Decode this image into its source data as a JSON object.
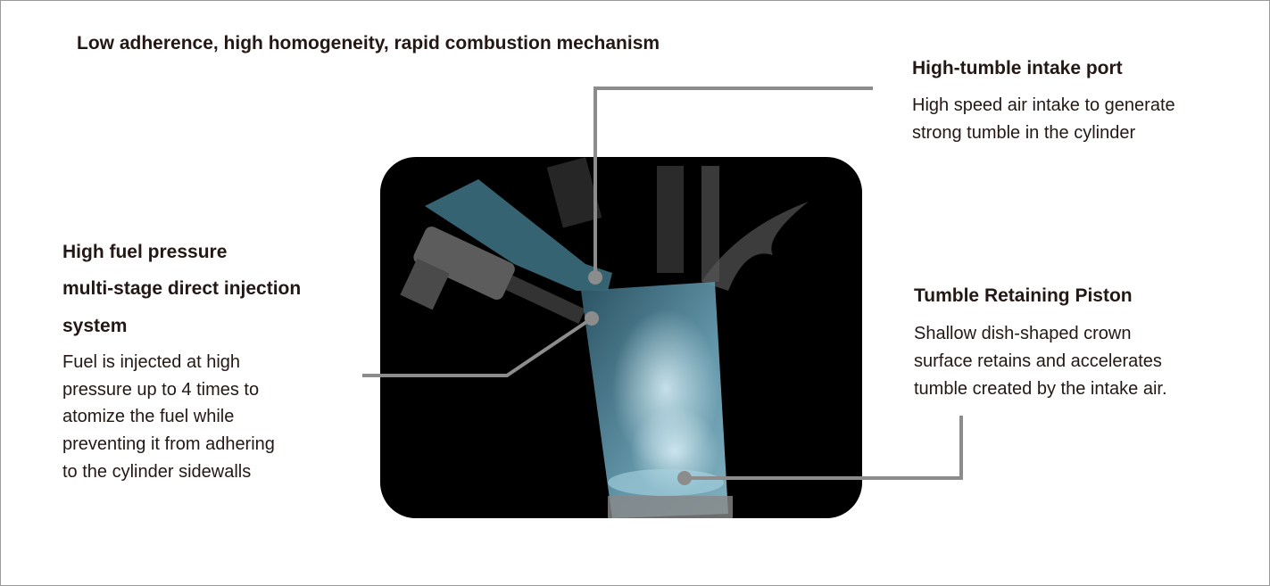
{
  "title": "Low adherence, high homogeneity, rapid combustion mechanism",
  "callouts": {
    "intake": {
      "heading": "High-tumble intake port",
      "body": [
        "High speed air intake to generate",
        "strong tumble in the cylinder"
      ]
    },
    "injection": {
      "heading": [
        "High fuel pressure",
        "multi-stage direct injection",
        "system"
      ],
      "body": [
        "Fuel is injected at high",
        "pressure up to 4 times to",
        "atomize the fuel while",
        "preventing it from adhering",
        "to the cylinder sidewalls"
      ]
    },
    "piston": {
      "heading": "Tumble Retaining Piston",
      "body": [
        "Shallow dish-shaped crown",
        "surface retains and accelerates",
        "tumble created by the intake air."
      ]
    }
  },
  "colors": {
    "leader": "#8c8c8c",
    "cylinder": "#5f9db4",
    "text": "#231815"
  }
}
